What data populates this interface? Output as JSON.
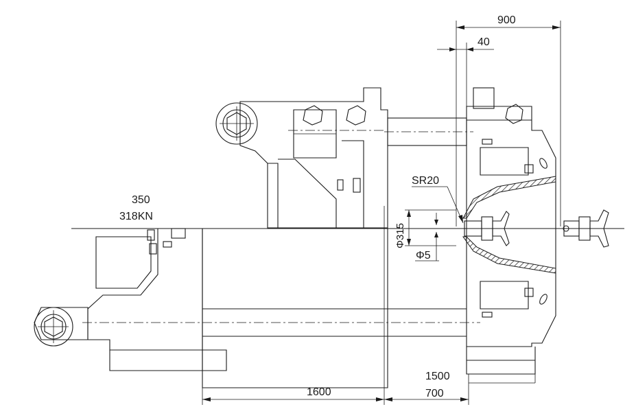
{
  "diagram": {
    "labels": {
      "dim_900": "900",
      "dim_40": "40",
      "tonnage": "350",
      "clamp_force": "318KN",
      "sr20": "SR20",
      "dia_315": "Φ315",
      "dia_5": "Φ5",
      "dim_1600": "1600",
      "dim_700": "700",
      "dim_1500": "1500"
    },
    "colors": {
      "line": "#1a1a1a",
      "hatch": "#1a1a1a",
      "background": "#ffffff"
    }
  }
}
